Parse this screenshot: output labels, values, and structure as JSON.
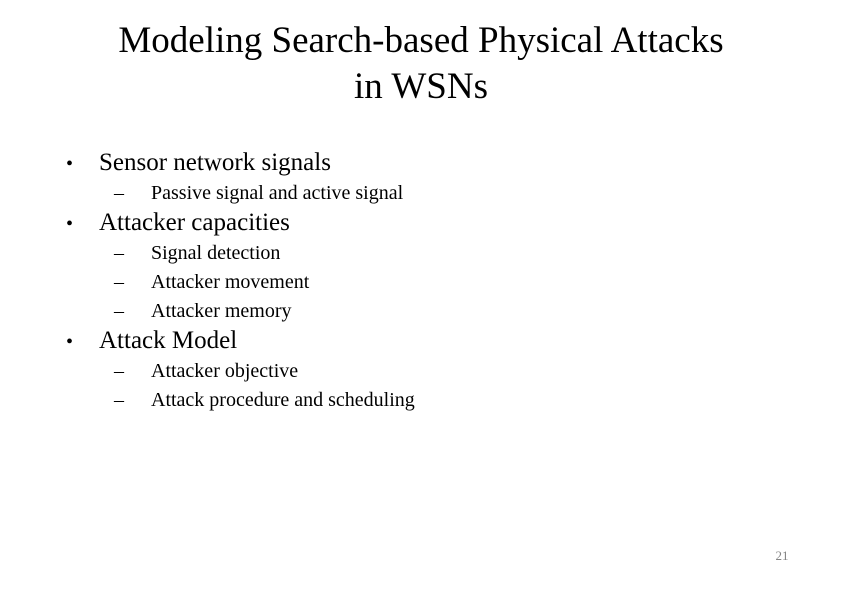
{
  "slide": {
    "title": "Modeling Search-based Physical Attacks in WSNs",
    "title_line1": "Modeling Search-based Physical Attacks",
    "title_line2": "in WSNs",
    "page_number": "21",
    "bullet_marker_level1": "•",
    "bullet_marker_level2": "–",
    "body": [
      {
        "level": 1,
        "text": "Sensor network signals"
      },
      {
        "level": 2,
        "text": "Passive signal and active signal"
      },
      {
        "level": 1,
        "text": "Attacker capacities"
      },
      {
        "level": 2,
        "text": "Signal detection"
      },
      {
        "level": 2,
        "text": "Attacker movement"
      },
      {
        "level": 2,
        "text": "Attacker memory"
      },
      {
        "level": 1,
        "text": "Attack Model"
      },
      {
        "level": 2,
        "text": "Attacker objective"
      },
      {
        "level": 2,
        "text": "Attack procedure and scheduling"
      }
    ]
  },
  "colors": {
    "background": "#ffffff",
    "text": "#000000",
    "page_number": "#848484"
  }
}
